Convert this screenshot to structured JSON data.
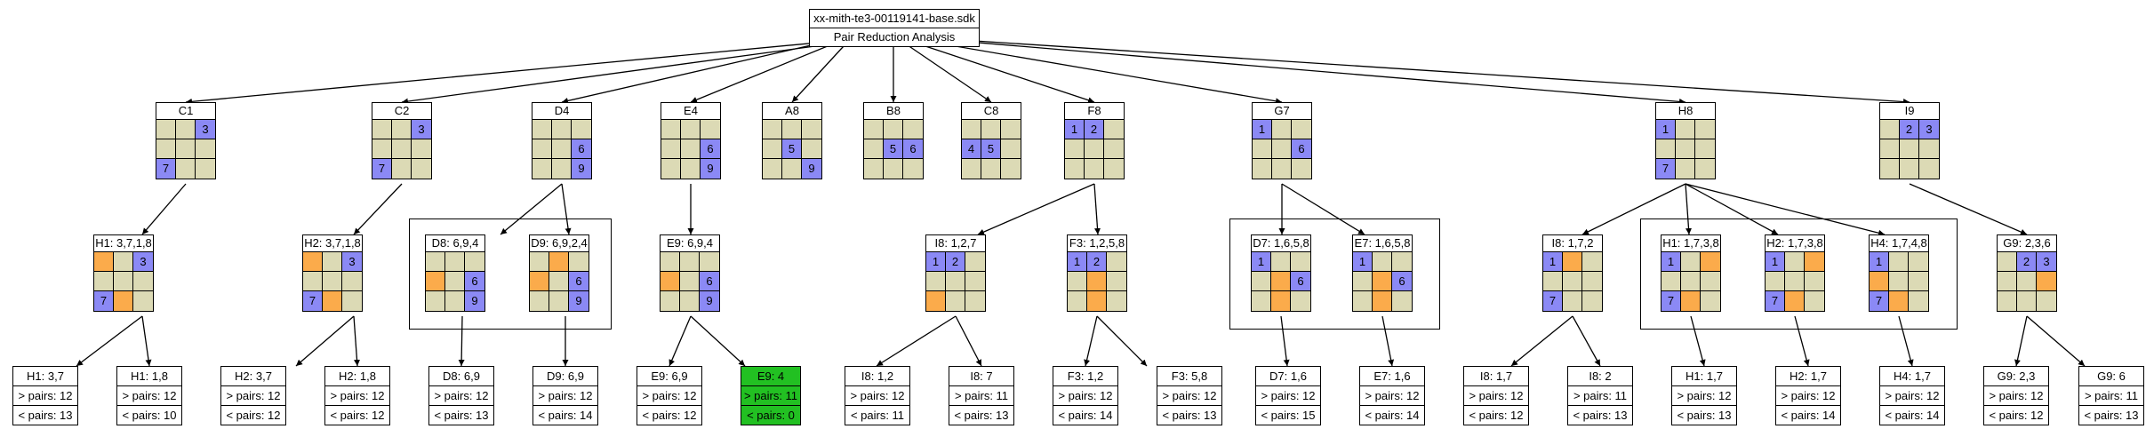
{
  "diagram": {
    "root": {
      "title": "xx-mith-te3-00119141-base.sdk",
      "subtitle": "Pair Reduction Analysis"
    },
    "colors": {
      "blue": "#8b89f5",
      "orange": "#fbab4b",
      "beige": "#dcdab5",
      "green": "#22c022"
    },
    "boxes": {
      "C1": {
        "title": "C1",
        "cells": [
          "",
          "",
          "3",
          "",
          "",
          "",
          "7",
          "",
          ""
        ],
        "colors": [
          "",
          "",
          "b",
          "",
          "",
          "",
          "b",
          "",
          ""
        ]
      },
      "C2": {
        "title": "C2",
        "cells": [
          "",
          "",
          "3",
          "",
          "",
          "",
          "7",
          "",
          ""
        ],
        "colors": [
          "",
          "",
          "b",
          "",
          "",
          "",
          "b",
          "",
          ""
        ]
      },
      "D4": {
        "title": "D4",
        "cells": [
          "",
          "",
          "",
          "",
          "",
          "6",
          "",
          "",
          "9"
        ],
        "colors": [
          "",
          "",
          "",
          "",
          "",
          "b",
          "",
          "",
          "b"
        ]
      },
      "E4": {
        "title": "E4",
        "cells": [
          "",
          "",
          "",
          "",
          "",
          "6",
          "",
          "",
          "9"
        ],
        "colors": [
          "",
          "",
          "",
          "",
          "",
          "b",
          "",
          "",
          "b"
        ]
      },
      "A8": {
        "title": "A8",
        "cells": [
          "",
          "",
          "",
          "",
          "5",
          "",
          "",
          "",
          "9"
        ],
        "colors": [
          "",
          "",
          "",
          "",
          "b",
          "",
          "",
          "",
          "b"
        ]
      },
      "B8": {
        "title": "B8",
        "cells": [
          "",
          "",
          "",
          "",
          "5",
          "6",
          "",
          "",
          ""
        ],
        "colors": [
          "",
          "",
          "",
          "",
          "b",
          "b",
          "",
          "",
          ""
        ]
      },
      "C8": {
        "title": "C8",
        "cells": [
          "",
          "",
          "",
          "4",
          "5",
          "",
          "",
          "",
          ""
        ],
        "colors": [
          "",
          "",
          "",
          "b",
          "b",
          "",
          "",
          "",
          ""
        ]
      },
      "F8": {
        "title": "F8",
        "cells": [
          "1",
          "2",
          "",
          "",
          "",
          "",
          "",
          "",
          ""
        ],
        "colors": [
          "b",
          "b",
          "",
          "",
          "",
          "",
          "",
          "",
          ""
        ]
      },
      "G7": {
        "title": "G7",
        "cells": [
          "1",
          "",
          "",
          "",
          "",
          "6",
          "",
          "",
          ""
        ],
        "colors": [
          "b",
          "",
          "",
          "",
          "",
          "b",
          "",
          "",
          ""
        ]
      },
      "H8": {
        "title": "H8",
        "cells": [
          "1",
          "",
          "",
          "",
          "",
          "",
          "7",
          "",
          ""
        ],
        "colors": [
          "b",
          "",
          "",
          "",
          "",
          "",
          "b",
          "",
          ""
        ]
      },
      "I9": {
        "title": "I9",
        "cells": [
          "",
          "2",
          "3",
          "",
          "",
          "",
          "",
          "",
          ""
        ],
        "colors": [
          "",
          "b",
          "b",
          "",
          "",
          "",
          "",
          "",
          ""
        ]
      },
      "H1a": {
        "title": "H1: 3,7,1,8",
        "cells": [
          "",
          "",
          "3",
          "",
          "",
          "",
          "7",
          "",
          ""
        ],
        "colors": [
          "o",
          "",
          "b",
          "",
          "",
          "",
          "b",
          "o",
          ""
        ]
      },
      "H2a": {
        "title": "H2: 3,7,1,8",
        "cells": [
          "",
          "",
          "3",
          "",
          "",
          "",
          "7",
          "",
          ""
        ],
        "colors": [
          "o",
          "",
          "b",
          "",
          "",
          "",
          "b",
          "o",
          ""
        ]
      },
      "D8a": {
        "title": "D8: 6,9,4",
        "cells": [
          "",
          "",
          "",
          "",
          "",
          "6",
          "",
          "",
          "9"
        ],
        "colors": [
          "",
          "",
          "",
          "o",
          "",
          "b",
          "",
          "",
          "b"
        ]
      },
      "D9a": {
        "title": "D9: 6,9,2,4",
        "cells": [
          "",
          "",
          "",
          "",
          "",
          "6",
          "",
          "",
          "9"
        ],
        "colors": [
          "",
          "o",
          "",
          "o",
          "",
          "b",
          "",
          "",
          "b"
        ]
      },
      "E9a": {
        "title": "E9: 6,9,4",
        "cells": [
          "",
          "",
          "",
          "",
          "",
          "6",
          "",
          "",
          "9"
        ],
        "colors": [
          "",
          "",
          "",
          "o",
          "",
          "b",
          "",
          "",
          "b"
        ]
      },
      "I8a": {
        "title": "I8: 1,2,7",
        "cells": [
          "1",
          "2",
          "",
          "",
          "",
          "",
          "",
          "",
          ""
        ],
        "colors": [
          "b",
          "b",
          "",
          "",
          "",
          "",
          "o",
          "",
          ""
        ]
      },
      "F3a": {
        "title": "F3: 1,2,5,8",
        "cells": [
          "1",
          "2",
          "",
          "",
          "",
          "",
          "",
          "",
          ""
        ],
        "colors": [
          "b",
          "b",
          "",
          "",
          "o",
          "",
          "",
          "o",
          ""
        ]
      },
      "D7a": {
        "title": "D7: 1,6,5,8",
        "cells": [
          "1",
          "",
          "",
          "",
          "",
          "6",
          "",
          "",
          ""
        ],
        "colors": [
          "b",
          "",
          "",
          "",
          "o",
          "b",
          "",
          "o",
          ""
        ]
      },
      "E7a": {
        "title": "E7: 1,6,5,8",
        "cells": [
          "1",
          "",
          "",
          "",
          "",
          "6",
          "",
          "",
          ""
        ],
        "colors": [
          "b",
          "",
          "",
          "",
          "o",
          "b",
          "",
          "o",
          ""
        ]
      },
      "I8b": {
        "title": "I8: 1,7,2",
        "cells": [
          "1",
          "",
          "",
          "",
          "",
          "",
          "7",
          "",
          ""
        ],
        "colors": [
          "b",
          "o",
          "",
          "",
          "",
          "",
          "b",
          "",
          ""
        ]
      },
      "H1b": {
        "title": "H1: 1,7,3,8",
        "cells": [
          "1",
          "",
          "",
          "",
          "",
          "",
          "7",
          "",
          ""
        ],
        "colors": [
          "b",
          "",
          "o",
          "",
          "",
          "",
          "b",
          "o",
          ""
        ]
      },
      "H2b": {
        "title": "H2: 1,7,3,8",
        "cells": [
          "1",
          "",
          "",
          "",
          "",
          "",
          "7",
          "",
          ""
        ],
        "colors": [
          "b",
          "",
          "o",
          "",
          "",
          "",
          "b",
          "o",
          ""
        ]
      },
      "H4b": {
        "title": "H4: 1,7,4,8",
        "cells": [
          "1",
          "",
          "",
          "",
          "",
          "",
          "7",
          "",
          ""
        ],
        "colors": [
          "b",
          "",
          "",
          "o",
          "",
          "",
          "b",
          "o",
          ""
        ]
      },
      "G9a": {
        "title": "G9: 2,3,6",
        "cells": [
          "",
          "2",
          "3",
          "",
          "",
          "",
          "",
          "",
          ""
        ],
        "colors": [
          "",
          "b",
          "b",
          "",
          "",
          "o",
          "",
          "",
          ""
        ]
      }
    },
    "leaves": {
      "L1": {
        "title": "H1: 3,7",
        "gt": "> pairs: 12",
        "lt": "< pairs: 13"
      },
      "L2": {
        "title": "H1: 1,8",
        "gt": "> pairs: 12",
        "lt": "< pairs: 10"
      },
      "L3": {
        "title": "H2: 3,7",
        "gt": "> pairs: 12",
        "lt": "< pairs: 12"
      },
      "L4": {
        "title": "H2: 1,8",
        "gt": "> pairs: 12",
        "lt": "< pairs: 12"
      },
      "L5": {
        "title": "D8: 6,9",
        "gt": "> pairs: 12",
        "lt": "< pairs: 13"
      },
      "L6": {
        "title": "D9: 6,9",
        "gt": "> pairs: 12",
        "lt": "< pairs: 14"
      },
      "L7": {
        "title": "E9: 6,9",
        "gt": "> pairs: 12",
        "lt": "< pairs: 12"
      },
      "L8": {
        "title": "E9: 4",
        "gt": "> pairs: 11",
        "lt": "< pairs: 0"
      },
      "L9": {
        "title": "I8: 1,2",
        "gt": "> pairs: 12",
        "lt": "< pairs: 11"
      },
      "L10": {
        "title": "I8: 7",
        "gt": "> pairs: 11",
        "lt": "< pairs: 13"
      },
      "L11": {
        "title": "F3: 1,2",
        "gt": "> pairs: 12",
        "lt": "< pairs: 14"
      },
      "L12": {
        "title": "F3: 5,8",
        "gt": "> pairs: 12",
        "lt": "< pairs: 13"
      },
      "L13": {
        "title": "D7: 1,6",
        "gt": "> pairs: 12",
        "lt": "< pairs: 15"
      },
      "L14": {
        "title": "E7: 1,6",
        "gt": "> pairs: 12",
        "lt": "< pairs: 14"
      },
      "L15": {
        "title": "I8: 1,7",
        "gt": "> pairs: 12",
        "lt": "< pairs: 12"
      },
      "L16": {
        "title": "I8: 2",
        "gt": "> pairs: 11",
        "lt": "< pairs: 13"
      },
      "L17": {
        "title": "H1: 1,7",
        "gt": "> pairs: 12",
        "lt": "< pairs: 13"
      },
      "L18": {
        "title": "H2: 1,7",
        "gt": "> pairs: 12",
        "lt": "< pairs: 14"
      },
      "L19": {
        "title": "H4: 1,7",
        "gt": "> pairs: 12",
        "lt": "< pairs: 14"
      },
      "L20": {
        "title": "G9: 2,3",
        "gt": "> pairs: 12",
        "lt": "< pairs: 12"
      },
      "L21": {
        "title": "G9: 6",
        "gt": "> pairs: 11",
        "lt": "< pairs: 13"
      }
    },
    "highlighted_leaf": "L8"
  }
}
